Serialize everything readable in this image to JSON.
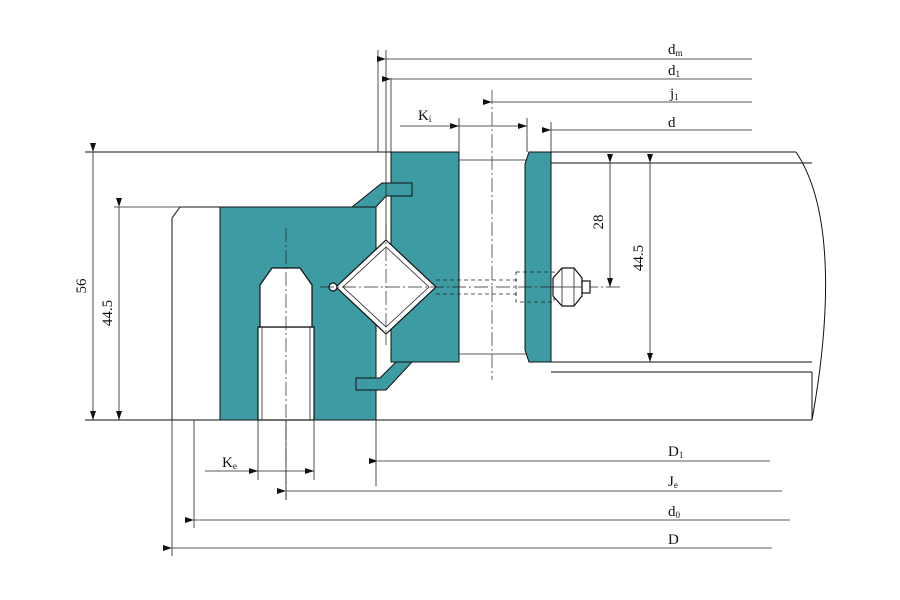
{
  "labels": {
    "dm": {
      "main": "d",
      "sub": "m"
    },
    "d1": {
      "main": "d",
      "sub": "1"
    },
    "j1": {
      "main": "j",
      "sub": "1"
    },
    "d": {
      "main": "d"
    },
    "Ki": {
      "main": "K",
      "sub": "i"
    },
    "Ke": {
      "main": "K",
      "sub": "e"
    },
    "D1": {
      "main": "D",
      "sub": "1"
    },
    "Je": {
      "main": "J",
      "sub": "e"
    },
    "d0": {
      "main": "d",
      "sub": "0"
    },
    "D": {
      "main": "D"
    }
  },
  "dimensions": {
    "outer_height": "56",
    "outer_inner_height": "44.5",
    "inner_height": "44.5",
    "inner_offset": "28"
  },
  "colors": {
    "ring_fill": "#3c9ba3",
    "line": "#111111"
  }
}
